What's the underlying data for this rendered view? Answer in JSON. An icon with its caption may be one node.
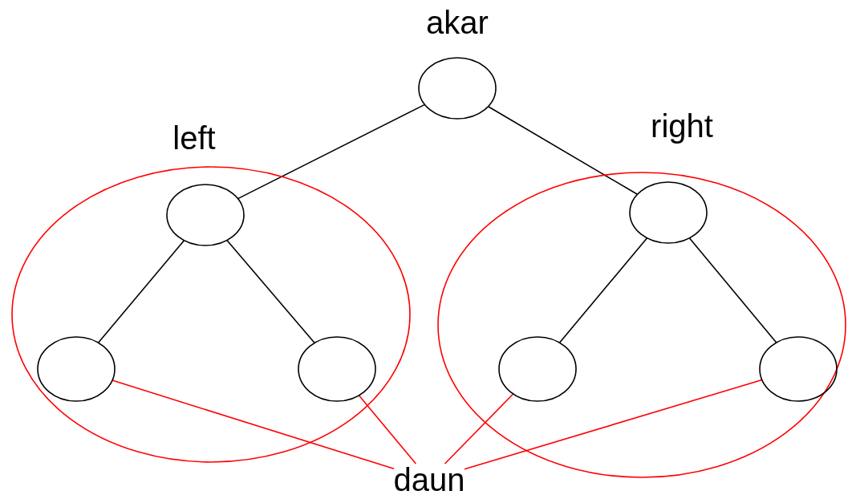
{
  "diagram": {
    "nodes": [
      {
        "text": [
          "akar"
        ]
      },
      {
        "text": [
          "left"
        ]
      },
      {
        "text": [],
        "shape": "circle",
        "in": 1
      },
      {
        "text": [],
        "shape": "circle",
        "in": 1
      },
      {
        "text": [],
        "shape": "circle",
        "in": 1
      },
      {
        "text": [
          "right"
        ]
      },
      {
        "text": [],
        "shape": "circle",
        "in": 5
      },
      {
        "text": [],
        "shape": "circle",
        "in": 5
      },
      {
        "text": [],
        "shape": "circle",
        "in": 5
      },
      {
        "text": [
          "daun"
        ]
      }
    ],
    "edges": [
      {
        "from": 0,
        "to": 2,
        "arrow": "none"
      },
      {
        "from": 0,
        "to": 6,
        "arrow": "none"
      },
      {
        "from": 2,
        "to": 3,
        "arrow": "none"
      },
      {
        "from": 2,
        "to": 4,
        "arrow": "none"
      },
      {
        "from": 6,
        "to": 7,
        "arrow": "none"
      },
      {
        "from": 6,
        "to": 8,
        "arrow": "none"
      },
      {
        "from": 9,
        "to": 3,
        "arrow": "none",
        "color": "#ff0000"
      },
      {
        "from": 9,
        "to": 4,
        "arrow": "none",
        "color": "#ff0000"
      },
      {
        "from": 9,
        "to": 7,
        "arrow": "none",
        "color": "#ff0000"
      },
      {
        "from": 9,
        "to": 8,
        "arrow": "none",
        "color": "#ff0000"
      }
    ]
  }
}
